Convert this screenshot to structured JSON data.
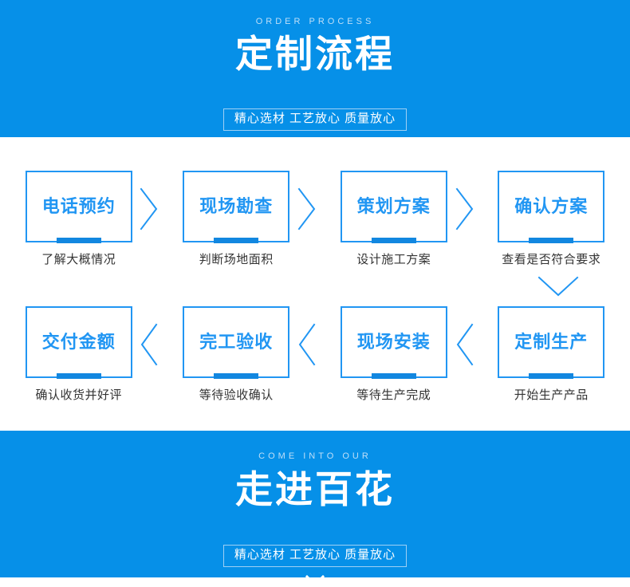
{
  "banner_top": {
    "eyebrow": "ORDER PROCESS",
    "title": "定制流程",
    "badge": "精心选材 工艺放心 质量放心",
    "chevron_icon": "chevron-down-icon"
  },
  "banner_bottom": {
    "eyebrow": "COME INTO OUR",
    "title": "走进百花",
    "badge": "精心选材 工艺放心 质量放心",
    "chevron_icon": "chevron-down-icon"
  },
  "colors": {
    "banner_background": "#0690e8",
    "accent_blue": "#2196f3",
    "bar_blue": "#1287e0",
    "eyebrow_text": "#bfdff8",
    "caption_text": "#333333",
    "badge_border": "#9fd0f4"
  },
  "process": {
    "row1": [
      {
        "title": "电话预约",
        "caption": "了解大概情况"
      },
      {
        "title": "现场勘查",
        "caption": "判断场地面积"
      },
      {
        "title": "策划方案",
        "caption": "设计施工方案"
      },
      {
        "title": "确认方案",
        "caption": "查看是否符合要求"
      }
    ],
    "row2": [
      {
        "title": "交付金额",
        "caption": "确认收货并好评"
      },
      {
        "title": "完工验收",
        "caption": "等待验收确认"
      },
      {
        "title": "现场安装",
        "caption": "等待生产完成"
      },
      {
        "title": "定制生产",
        "caption": "开始生产产品"
      }
    ],
    "row1_arrow_icon": "chevron-right-icon",
    "row2_arrow_icon": "chevron-left-icon",
    "row_connector_icon": "chevron-down-icon"
  }
}
